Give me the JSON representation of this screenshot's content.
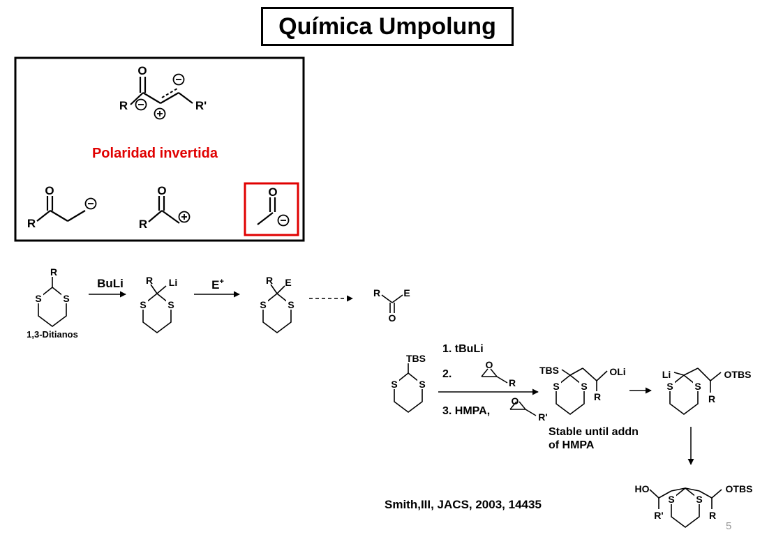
{
  "title": "Química Umpolung",
  "box": {
    "caption": "Polaridad invertida",
    "atom_O": "O",
    "atom_R": "R",
    "atom_Rp": "R'",
    "minus": "−",
    "plus": "+"
  },
  "scheme1": {
    "atom_R": "R",
    "atom_S": "S",
    "atom_Li": "Li",
    "atom_E": "E",
    "atom_O": "O",
    "reagent1": "BuLi",
    "reagent2_base": "E",
    "reagent2_sup": "+",
    "label": "1,3-Ditianos"
  },
  "scheme2": {
    "atom_TBS": "TBS",
    "atom_S": "S",
    "atom_O": "O",
    "atom_R": "R",
    "atom_Rp": "R'",
    "atom_Li": "Li",
    "atom_OLi": "OLi",
    "atom_OTBS": "OTBS",
    "atom_HO": "HO",
    "step1": "1. tBuLi",
    "step2": "2.",
    "step3": "3.  HMPA,",
    "note_line1": "Stable until addn",
    "note_line2": "of HMPA"
  },
  "reference": "Smith,III, JACS, 2003, 14435",
  "page_number": "5",
  "colors": {
    "accent": "#e00000",
    "ink": "#000000",
    "page_number": "#999999"
  }
}
